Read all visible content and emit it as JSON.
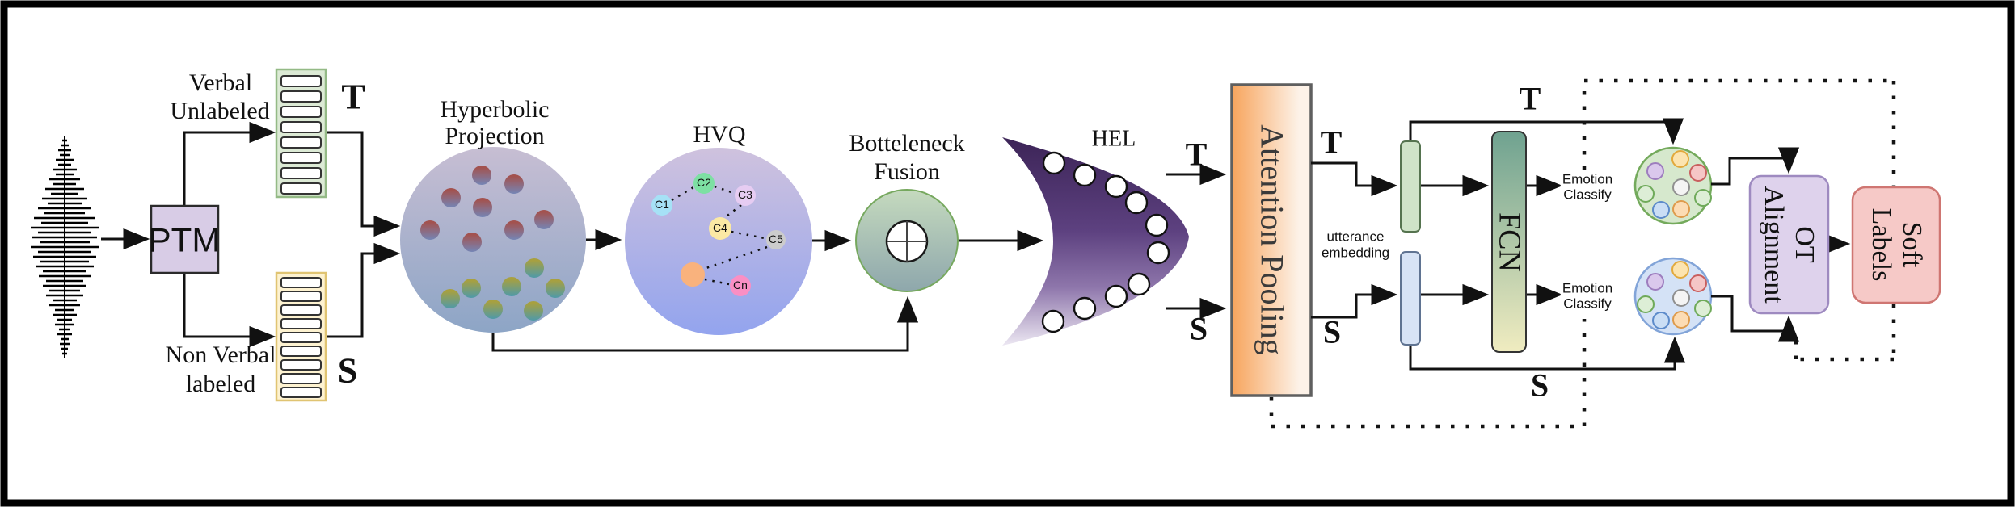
{
  "nodes": {
    "ptm": "PTM",
    "verbal": {
      "line1": "Verbal",
      "line2": "Unlabeled"
    },
    "nonverbal": {
      "line1": "Non Verbal",
      "line2": "labeled"
    },
    "hyperbolic": {
      "line1": "Hyperbolic",
      "line2": "Projection"
    },
    "hvq": {
      "title": "HVQ",
      "clusters": [
        {
          "label": "C1"
        },
        {
          "label": "C2"
        },
        {
          "label": "C3"
        },
        {
          "label": "C4"
        },
        {
          "label": "C5"
        },
        {
          "label": "Cn"
        }
      ]
    },
    "bottleneck": {
      "line1": "Botteleneck",
      "line2": "Fusion"
    },
    "hel": "HEL",
    "attention_pooling": "Attention Pooling",
    "fcn": "FCN",
    "ot": {
      "line1": "OT",
      "line2": "Alignment"
    },
    "soft": {
      "line1": "Soft",
      "line2": "Labels"
    }
  },
  "labels": {
    "t": "T",
    "s": "S",
    "utterance": {
      "line1": "utterance",
      "line2": "embedding"
    },
    "emotion": {
      "line1": "Emotion",
      "line2": "Classify"
    }
  },
  "colors": {
    "background": "#ffffff",
    "border": "#000000",
    "line": "#111111",
    "ptm_fill": "#d8cce6",
    "t_stack_fill": "#dcead5",
    "t_stack_border": "#94ba86",
    "s_stack_fill": "#fdf2d0",
    "s_stack_border": "#e0c472",
    "hyperbolic_top": "#c7bed3",
    "hyperbolic_bottom": "#8da5c6",
    "hvq_top": "#cfc2de",
    "hvq_bottom": "#93a4ee",
    "bottleneck_top": "#c5dabe",
    "bottleneck_bottom": "#8ea7ac",
    "bottleneck_border": "#76a85e",
    "hel_top": "#3c2457",
    "hel_mid": "#8e76ab",
    "hel_bottom": "#ece7f2",
    "attention_left": "#f7a45c",
    "attention_right": "#fdf2e8",
    "attention_border": "#5f5f5f",
    "fcn_top": "#6fa290",
    "fcn_bottom": "#f0ecc0",
    "t_embed_fill": "#cfe3c8",
    "s_embed_fill": "#d7e3f5",
    "t_cluster_fill": "#d6e8cd",
    "t_cluster_border": "#74aa5c",
    "s_cluster_fill": "#d4e2f6",
    "s_cluster_border": "#82a4d8",
    "ot_fill": "#ded2ec",
    "ot_border": "#9e8ac0",
    "soft_fill": "#f6c9c7",
    "soft_border": "#cf7672",
    "c1_fill": "#a6e1f6",
    "c2_fill": "#7de0a3",
    "c3_fill": "#e6ccf2",
    "c4_fill": "#fbe9a4",
    "c5_fill": "#cccccc",
    "cn_fill": "#fa8fc4",
    "orange_cluster_fill": "#f9b27d"
  }
}
